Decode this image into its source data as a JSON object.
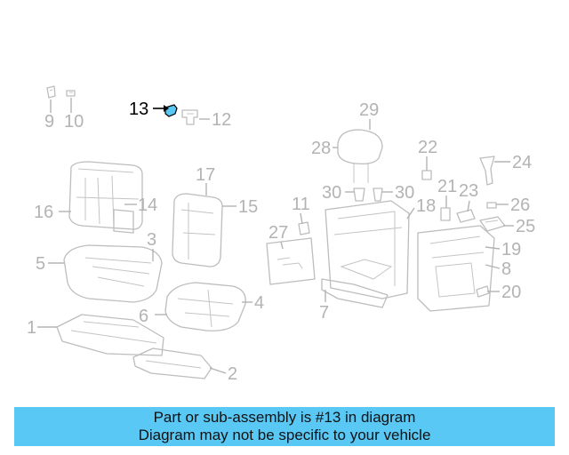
{
  "highlight_color": "#5ac8f5",
  "highlight_part": "13",
  "callouts": [
    {
      "id": "c1",
      "label": "1"
    },
    {
      "id": "c2",
      "label": "2"
    },
    {
      "id": "c3",
      "label": "3"
    },
    {
      "id": "c4",
      "label": "4"
    },
    {
      "id": "c5",
      "label": "5"
    },
    {
      "id": "c6",
      "label": "6"
    },
    {
      "id": "c7",
      "label": "7"
    },
    {
      "id": "c8",
      "label": "8"
    },
    {
      "id": "c9",
      "label": "9"
    },
    {
      "id": "c10",
      "label": "10"
    },
    {
      "id": "c11",
      "label": "11"
    },
    {
      "id": "c12",
      "label": "12"
    },
    {
      "id": "c13",
      "label": "13"
    },
    {
      "id": "c14",
      "label": "14"
    },
    {
      "id": "c15",
      "label": "15"
    },
    {
      "id": "c16",
      "label": "16"
    },
    {
      "id": "c17",
      "label": "17"
    },
    {
      "id": "c18",
      "label": "18"
    },
    {
      "id": "c19",
      "label": "19"
    },
    {
      "id": "c20",
      "label": "20"
    },
    {
      "id": "c21",
      "label": "21"
    },
    {
      "id": "c22",
      "label": "22"
    },
    {
      "id": "c23",
      "label": "23"
    },
    {
      "id": "c24",
      "label": "24"
    },
    {
      "id": "c25",
      "label": "25"
    },
    {
      "id": "c26",
      "label": "26"
    },
    {
      "id": "c27",
      "label": "27"
    },
    {
      "id": "c28",
      "label": "28"
    },
    {
      "id": "c29",
      "label": "29"
    },
    {
      "id": "c30a",
      "label": "30"
    },
    {
      "id": "c30b",
      "label": "30"
    }
  ],
  "banner": {
    "line1": "Part or sub-assembly is #13 in diagram",
    "line2": "Diagram may not be specific to your vehicle"
  }
}
